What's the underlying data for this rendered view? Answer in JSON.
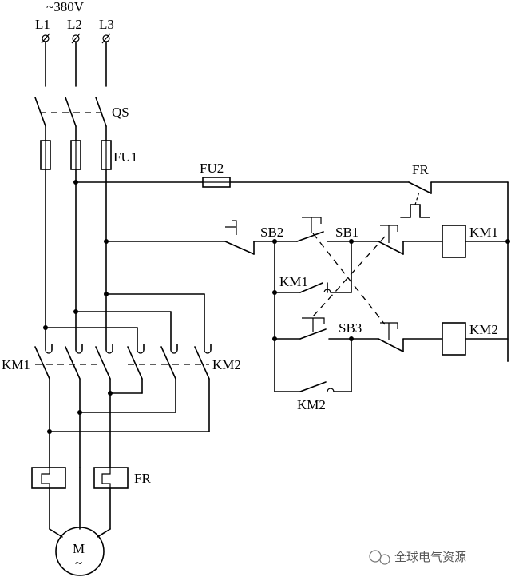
{
  "supply": {
    "voltage": "~380V",
    "phases": [
      "L1",
      "L2",
      "L3"
    ]
  },
  "labels": {
    "qs": "QS",
    "fu1": "FU1",
    "fu2": "FU2",
    "fr_control": "FR",
    "sb2": "SB2",
    "sb1": "SB1",
    "sb3": "SB3",
    "km1_coil": "KM1",
    "km2_coil": "KM2",
    "km1_aux": "KM1",
    "km2_aux": "KM2",
    "km1_main": "KM1",
    "km2_main": "KM2",
    "fr_main": "FR",
    "motor": "M",
    "motor_sub": "~"
  },
  "watermark": "全球电气资源"
}
